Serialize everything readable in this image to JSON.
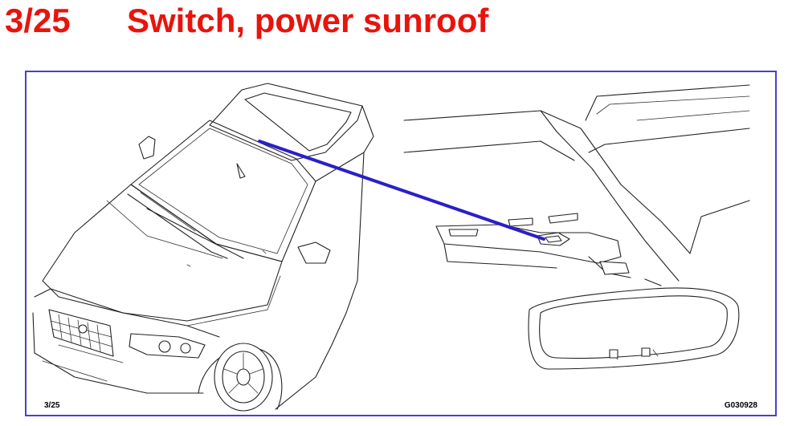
{
  "header": {
    "number": "3/25",
    "title": "Switch, power sunroof",
    "color": "#e8140c"
  },
  "figure": {
    "border_color": "#4a3fcf",
    "pointer_color": "#2a1fc8",
    "figure_number": "3/25",
    "figure_code": "G030928"
  }
}
